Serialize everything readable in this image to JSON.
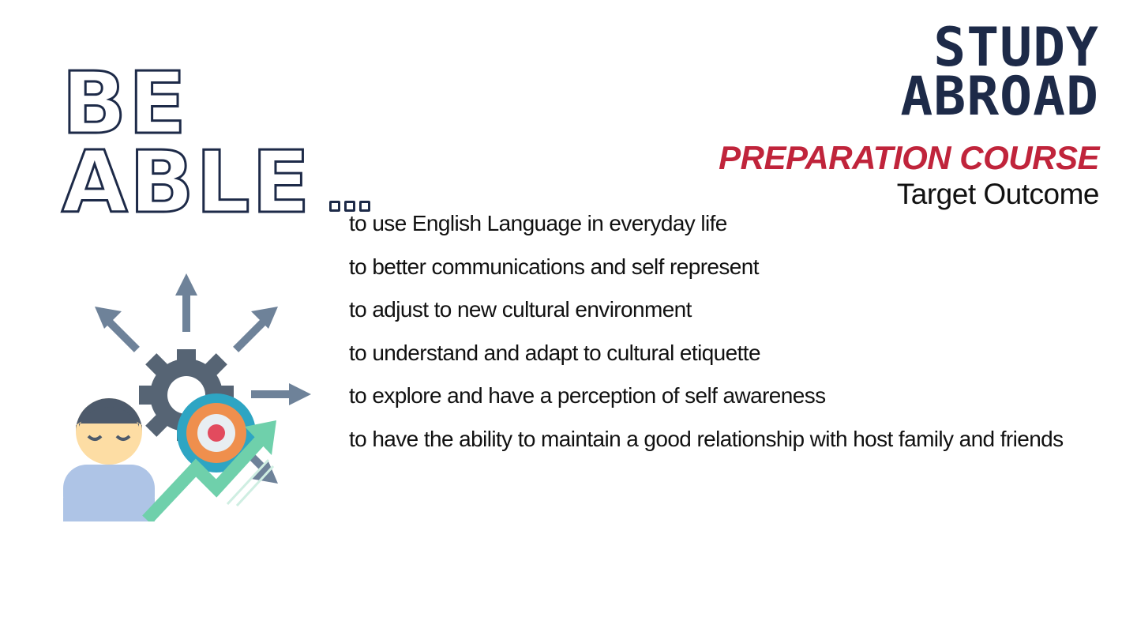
{
  "heading": {
    "line1": "BE",
    "line2": "ABLE"
  },
  "title": {
    "line1": "STUDY",
    "line2": "ABROAD",
    "subtitle": "PREPARATION COURSE",
    "caption": "Target Outcome"
  },
  "outcomes": [
    "to use English Language in everyday life",
    "to better communications and self represent",
    "to adjust to new cultural environment",
    "to understand and adapt to cultural etiquette",
    "to explore and have a perception of self awareness",
    "to have the ability to maintain a good relationship with host family and friends"
  ],
  "illustration": {
    "icon": "person-goal-growth-icon"
  },
  "colors": {
    "navy": "#1d2a48",
    "red": "#c0243b",
    "text": "#111111",
    "arrow_gray": "#6e8299",
    "gear": "#566474",
    "teal": "#2ea5c3",
    "orange": "#ef8f4d",
    "target_red": "#e24b5e",
    "green": "#6fd0ab",
    "skin": "#fddda4",
    "shirt": "#aec4e6"
  }
}
